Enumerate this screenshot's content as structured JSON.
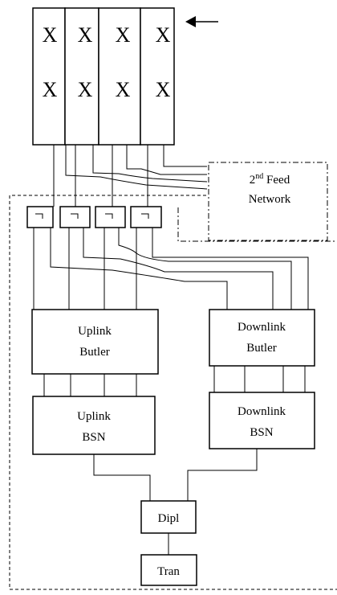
{
  "array": {
    "element_mark": "X",
    "rows": 2,
    "columns": 4
  },
  "blocks": {
    "second_feed": {
      "line1_sup": "nd",
      "line1_pre": "2",
      "line1_post": " Feed",
      "line2": "Network"
    },
    "uplink_butler": {
      "line1": "Uplink",
      "line2": "Butler"
    },
    "downlink_butler": {
      "line1": "Downlink",
      "line2": "Butler"
    },
    "uplink_bsn": {
      "line1": "Uplink",
      "line2": "BSN"
    },
    "downlink_bsn": {
      "line1": "Downlink",
      "line2": "BSN"
    },
    "dipl": {
      "label": "Dipl"
    },
    "tran": {
      "label": "Tran"
    }
  },
  "couplers": {
    "count": 4
  },
  "style": {
    "line_color": "#000000",
    "background": "#ffffff"
  }
}
